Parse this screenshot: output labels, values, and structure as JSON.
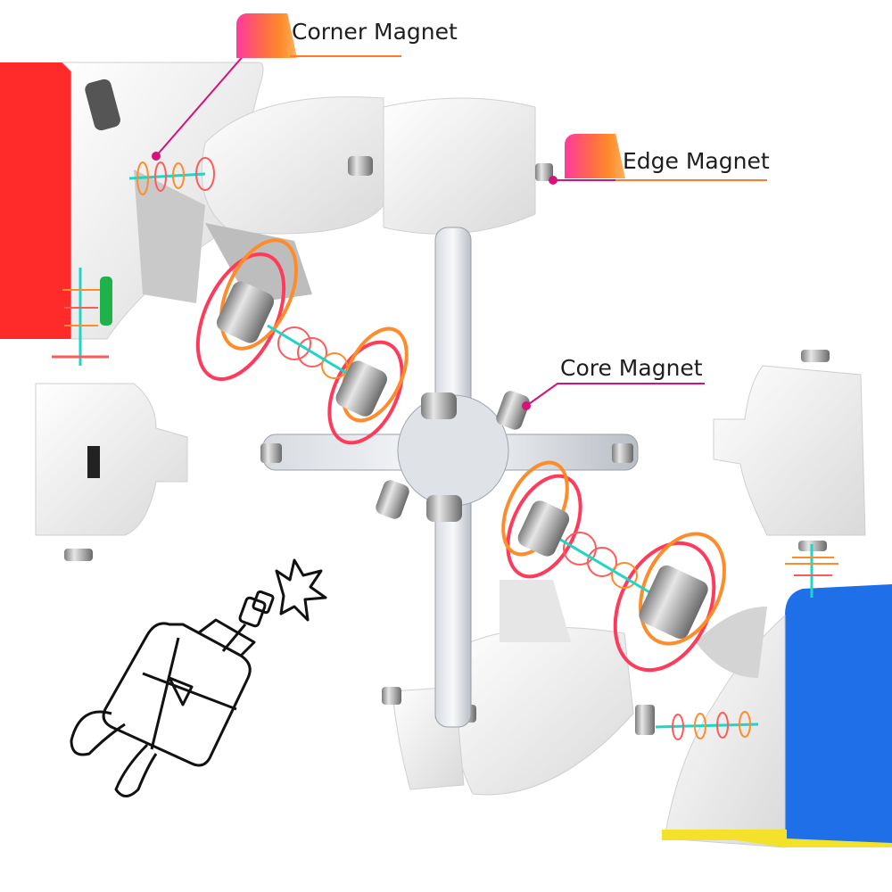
{
  "callouts": {
    "corner": {
      "label": "Corner Magnet"
    },
    "edge": {
      "label": "Edge Magnet"
    },
    "core": {
      "label": "Core Magnet"
    }
  },
  "colors": {
    "red_face": "#ff2a2a",
    "blue_face": "#1e6fe8",
    "yellow_face": "#f4e12a",
    "green_indicator": "#1fb24a",
    "accent_pink": "#ff3aa0",
    "accent_orange": "#ff8c2a",
    "field_cyan": "#1fd6c6",
    "plastic_white": "#f1f1f1",
    "plastic_grey": "#c9c9c9",
    "magnet_silver": "#b8b8b8",
    "leader_magenta": "#d4127a"
  },
  "icons": [
    "robot-icon",
    "spark-icon"
  ]
}
